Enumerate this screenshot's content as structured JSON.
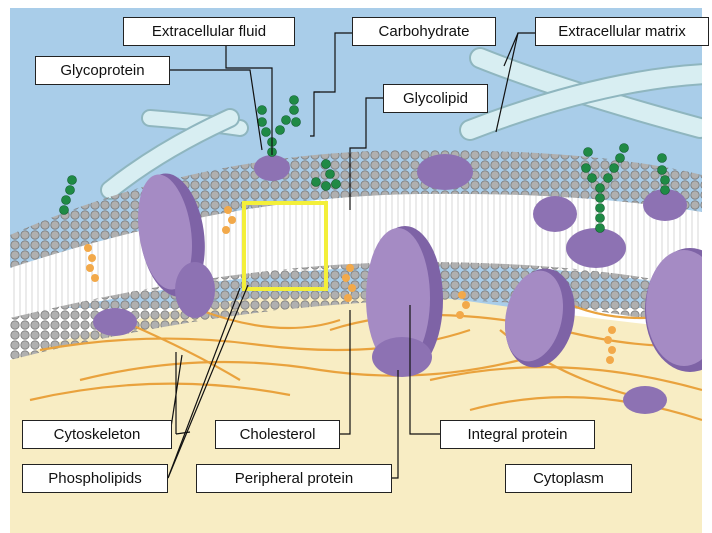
{
  "labels": {
    "extracellular_fluid": "Extracellular fluid",
    "carbohydrate": "Carbohydrate",
    "extracellular_matrix": "Extracellular matrix",
    "glycoprotein": "Glycoprotein",
    "glycolipid": "Glycolipid",
    "cytoskeleton": "Cytoskeleton",
    "cholesterol": "Cholesterol",
    "integral_protein": "Integral protein",
    "phospholipids": "Phospholipids",
    "peripheral_protein": "Peripheral protein",
    "cytoplasm": "Cytoplasm"
  },
  "colors": {
    "extracellular": "#a9cde9",
    "cytoplasm": "#f8edc4",
    "lipid_head": "#a8a8a8",
    "protein": "#a58bc4",
    "protein_dark": "#7e63a6",
    "carbohydrate_chain": "#1f8a45",
    "cholesterol": "#f2a94a",
    "cytoskeleton_fibers": "#e9a23d",
    "matrix_fibers": "#d8eef2",
    "highlight_box": "#f3ef3a"
  }
}
